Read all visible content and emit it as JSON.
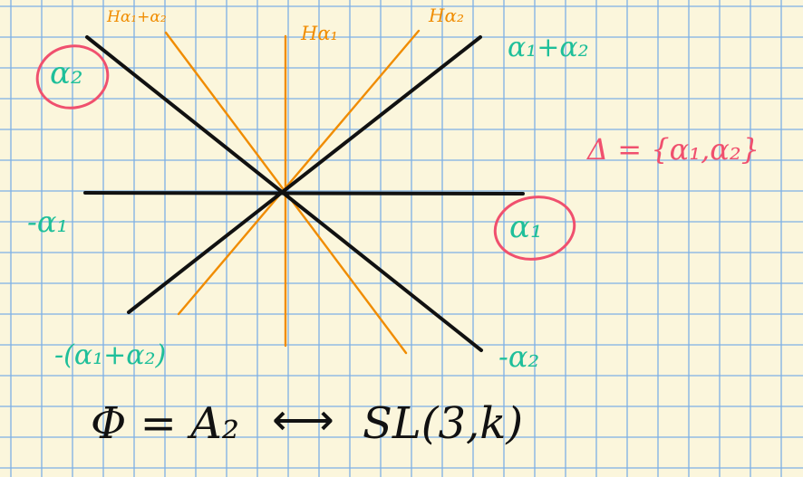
{
  "colors": {
    "paper": "#fbf6dc",
    "grid": "#7db0e6",
    "root_line": "#111111",
    "hyperplane": "#f08c00",
    "root_label": "#1fbf9a",
    "simple_circle": "#f0506e"
  },
  "hyperplanes": {
    "h_sum": "Hα₁+α₂",
    "h_a1": "Hα₁",
    "h_a2": "Hα₂"
  },
  "roots": {
    "alpha1": "α₁",
    "alpha2": "α₂",
    "sum": "α₁+α₂",
    "neg_alpha1": "-α₁",
    "neg_alpha2": "-α₂",
    "neg_sum": "-(α₁+α₂)"
  },
  "base": {
    "text": "Δ = {α₁,α₂}"
  },
  "footer": {
    "phi": "Φ = A₂",
    "arrow": "⟷",
    "group": "SL(3,k)"
  }
}
